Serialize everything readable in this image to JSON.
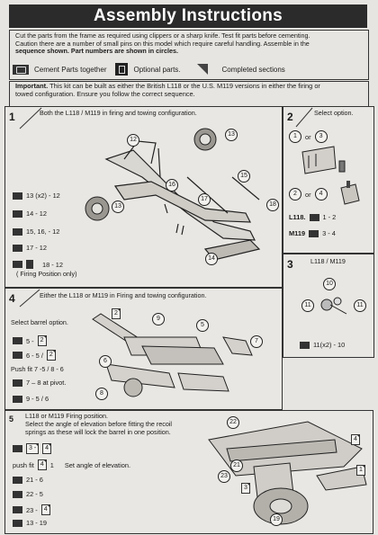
{
  "title": "Assembly Instructions",
  "intro": {
    "line1": "Cut the parts from the frame as required using clippers or a sharp knife. Test fit parts before cementing.",
    "line2": "Caution there are a number of small pins on this model which require careful handling. Assemble in the",
    "line3": "sequence shown. Part numbers are shown in circles."
  },
  "legend": {
    "cement": "Cement Parts together",
    "optional": "Optional parts.",
    "completed": "Completed sections"
  },
  "important": {
    "label": "Important.",
    "text1": "This kit can be built as either the British L118 or the U.S. M119 versions in either the firing or",
    "text2": "towed configuration. Ensure you follow the correct sequence."
  },
  "step1": {
    "num": "1",
    "heading": "Both the L118 / M119 in firing and towing configuration.",
    "parts": [
      "13 (x2) - 12",
      "14 - 12",
      "15, 16, - 12",
      "17 - 12",
      "18 - 12"
    ],
    "firing_note": "( Firing Position only)",
    "callouts": [
      "12",
      "13",
      "13",
      "15",
      "16",
      "17",
      "18",
      "14"
    ]
  },
  "step2": {
    "num": "2",
    "heading": "Select option.",
    "opt_a": [
      "1",
      "3"
    ],
    "opt_b": [
      "2",
      "4"
    ],
    "or": "or",
    "l118_label": "L118.",
    "l118_parts": "1 - 2",
    "m119_label": "M119",
    "m119_parts": "3 - 4"
  },
  "step3": {
    "num": "3",
    "heading": "L118 / M119",
    "callouts": [
      "10",
      "11",
      "11"
    ],
    "parts": "11(x2) - 10"
  },
  "step4": {
    "num": "4",
    "heading": "Either the L118 or M119 in Firing and towing configuration.",
    "select_barrel": "Select barrel option.",
    "parts_a": [
      "5 -",
      "6 - 5 /"
    ],
    "ref_a": "2",
    "push_fit": "Push fit 7 -5 / 8 - 6",
    "pivot": "7 – 8 at pivot.",
    "last": "9 - 5 / 6",
    "callouts": [
      "9",
      "5",
      "7",
      "6",
      "8",
      "2"
    ]
  },
  "step5": {
    "num": "5",
    "heading1": "L118 or M119 Firing position.",
    "heading2": "Select the angle of elevation before fitting the recoil",
    "heading3": "springs as these will lock the barrel in one position.",
    "part_a": "3 -",
    "ref_a": "4",
    "push_fit": "push fit",
    "ref_b": "4",
    "ref_c": "1",
    "set_angle": "Set angle of elevation.",
    "parts": [
      "21 - 6",
      "22 - 5",
      "23 -",
      "13 - 19"
    ],
    "ref_d": "4",
    "callouts": [
      "21",
      "22",
      "23",
      "19",
      "3",
      "4",
      "1"
    ]
  }
}
